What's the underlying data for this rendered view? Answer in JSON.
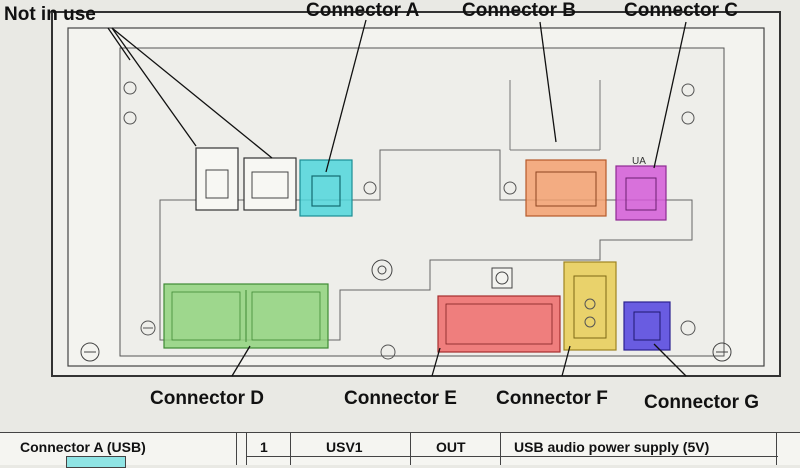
{
  "labels": {
    "not_in_use": "Not in use",
    "connector_a": "Connector A",
    "connector_b": "Connector B",
    "connector_c": "Connector C",
    "connector_d": "Connector D",
    "connector_e": "Connector E",
    "connector_f": "Connector F",
    "connector_g": "Connector G",
    "ua_mark": "UA"
  },
  "colors": {
    "connector_a": "#4fd6dc",
    "connector_b": "#f3a070",
    "connector_c": "#d45ad8",
    "connector_d": "#8fd27d",
    "connector_e": "#ef6a6a",
    "connector_f": "#e8cc55",
    "connector_g": "#5a4be0"
  },
  "table": {
    "header": "Connector A (USB)",
    "row": {
      "pin": "1",
      "signal": "USV1",
      "direction": "OUT",
      "description": "USB audio power supply (5V)"
    }
  }
}
